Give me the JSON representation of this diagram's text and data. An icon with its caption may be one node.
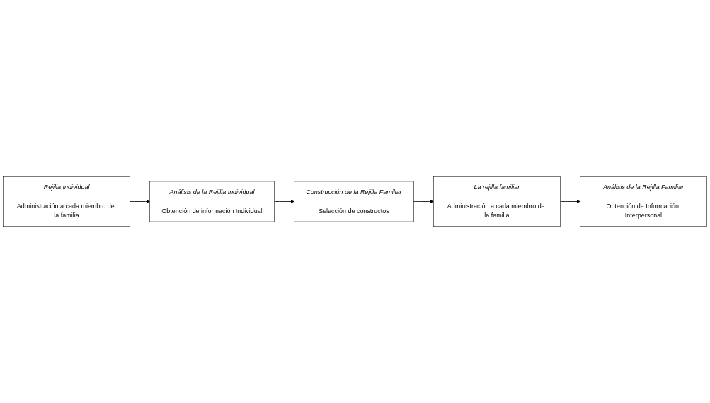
{
  "diagram": {
    "nodes": [
      {
        "text": [
          "Rejilla Individual",
          "Administración a cada miembro de la familia"
        ]
      },
      {
        "text": [
          "Análisis de la Rejilla Individual",
          "Obtención de información Individual"
        ]
      },
      {
        "text": [
          "Construcción de la Rejilla Familiar",
          "Selección de constructos"
        ]
      },
      {
        "text": [
          "La rejilla familiar",
          "Administración a cada miembro de la familia"
        ]
      },
      {
        "text": [
          "Análisis de la Rejilla Familiar",
          "Obtención de Información Interpersonal"
        ]
      }
    ],
    "edges": [
      {
        "from": 0,
        "to": 1,
        "arrow": "to"
      },
      {
        "from": 1,
        "to": 2,
        "arrow": "to"
      },
      {
        "from": 2,
        "to": 3,
        "arrow": "to"
      },
      {
        "from": 3,
        "to": 4,
        "arrow": "to"
      }
    ]
  }
}
